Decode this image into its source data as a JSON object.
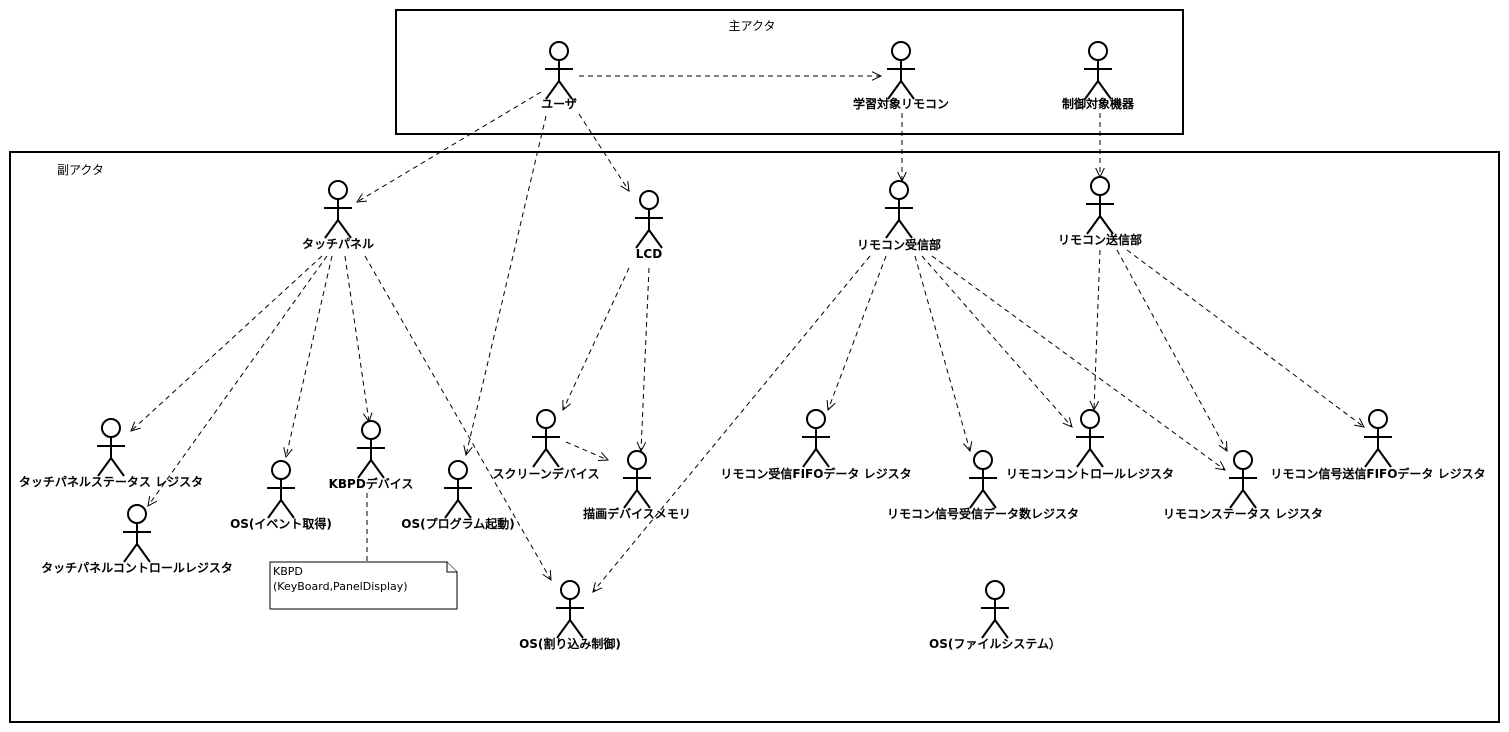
{
  "primary_group": {
    "label": "主アクタ"
  },
  "secondary_group": {
    "label": "副アクタ"
  },
  "actors": {
    "user": "ユーザ",
    "learning_remote": "学習対象リモコン",
    "controlled_device": "制御対象機器",
    "touch_panel": "タッチパネル",
    "lcd": "LCD",
    "remote_receiver": "リモコン受信部",
    "remote_sender": "リモコン送信部",
    "touch_status_reg": "タッチパネルステータス レジスタ",
    "touch_control_reg": "タッチパネルコントロールレジスタ",
    "os_event": "OS(イベント取得)",
    "kbpd_device": "KBPDデバイス",
    "os_program": "OS(プログラム起動)",
    "screen_device": "スクリーンデバイス",
    "draw_memory": "描画デバイスメモリ",
    "os_interrupt": "OS(割り込み制御)",
    "recv_fifo": "リモコン受信FIFOデータ レジスタ",
    "recv_count": "リモコン信号受信データ数レジスタ",
    "remote_control_reg": "リモコンコントロールレジスタ",
    "remote_status_reg": "リモコンステータス レジスタ",
    "send_fifo": "リモコン信号送信FIFOデータ レジスタ",
    "os_filesystem": "OS(ファイルシステム）"
  },
  "note": {
    "line1": "KBPD",
    "line2": "(KeyBoard,PanelDisplay)"
  }
}
